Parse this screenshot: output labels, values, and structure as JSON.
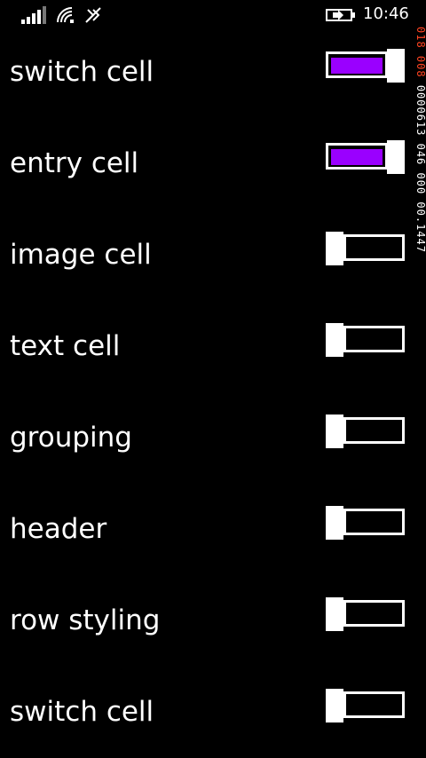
{
  "status_bar": {
    "time": "10:46",
    "signal_icon": "signal-bars-icon",
    "wifi_icon": "wifi-icon",
    "data_icon": "data-connection-icon",
    "battery_icon": "battery-charging-icon"
  },
  "colors": {
    "accent": "#9a00ff",
    "background": "#000000",
    "foreground": "#ffffff",
    "debug_red": "#ff4422"
  },
  "rows": [
    {
      "label": "switch cell",
      "on": true
    },
    {
      "label": "entry cell",
      "on": true
    },
    {
      "label": "image cell",
      "on": false
    },
    {
      "label": "text cell",
      "on": false
    },
    {
      "label": "grouping",
      "on": false
    },
    {
      "label": "header",
      "on": false
    },
    {
      "label": "row styling",
      "on": false
    },
    {
      "label": "switch cell",
      "on": false
    }
  ],
  "debug": {
    "red_text": "018 008",
    "white_text": "0000613 046 000 00.1447"
  }
}
